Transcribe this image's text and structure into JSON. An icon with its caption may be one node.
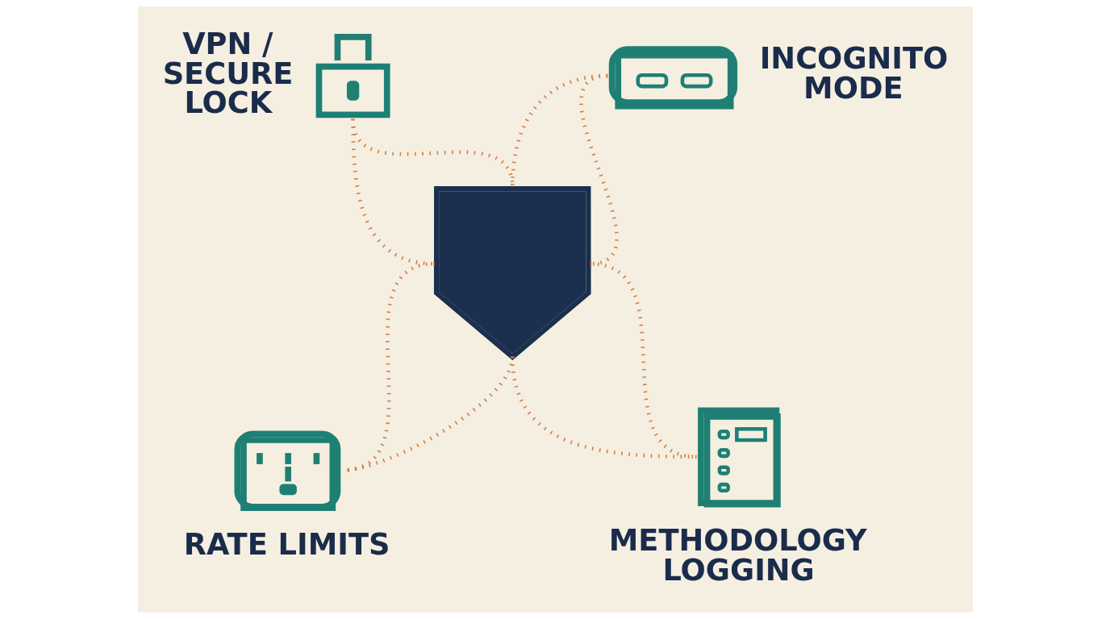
{
  "diagram": {
    "nodes": [
      {
        "text": [],
        "shape": "picture",
        "beside": [
          "VPN / SECURE LOCK"
        ]
      },
      {
        "text": [],
        "shape": "picture",
        "beside": [
          "INCOGNITO MODE"
        ]
      },
      {
        "text": [],
        "shape": "picture"
      },
      {
        "text": [],
        "shape": "picture",
        "beside": [
          "RATE LIMITS"
        ]
      },
      {
        "text": [],
        "shape": "picture",
        "beside": [
          "METHODOLOGY LOGGING"
        ]
      }
    ],
    "edges": [
      {
        "from": 0,
        "to": 2,
        "arrow": "none",
        "style": "dashed"
      },
      {
        "from": 0,
        "to": 2,
        "arrow": "none",
        "style": "dashed"
      },
      {
        "from": 1,
        "to": 2,
        "arrow": "none",
        "style": "dashed"
      },
      {
        "from": 1,
        "to": 2,
        "arrow": "none",
        "style": "dashed"
      },
      {
        "from": 2,
        "to": 3,
        "arrow": "none",
        "style": "dashed"
      },
      {
        "from": 2,
        "to": 3,
        "arrow": "none",
        "style": "dashed"
      },
      {
        "from": 2,
        "to": 4,
        "arrow": "none",
        "style": "dashed"
      },
      {
        "from": 2,
        "to": 4,
        "arrow": "none",
        "style": "dashed"
      }
    ]
  }
}
